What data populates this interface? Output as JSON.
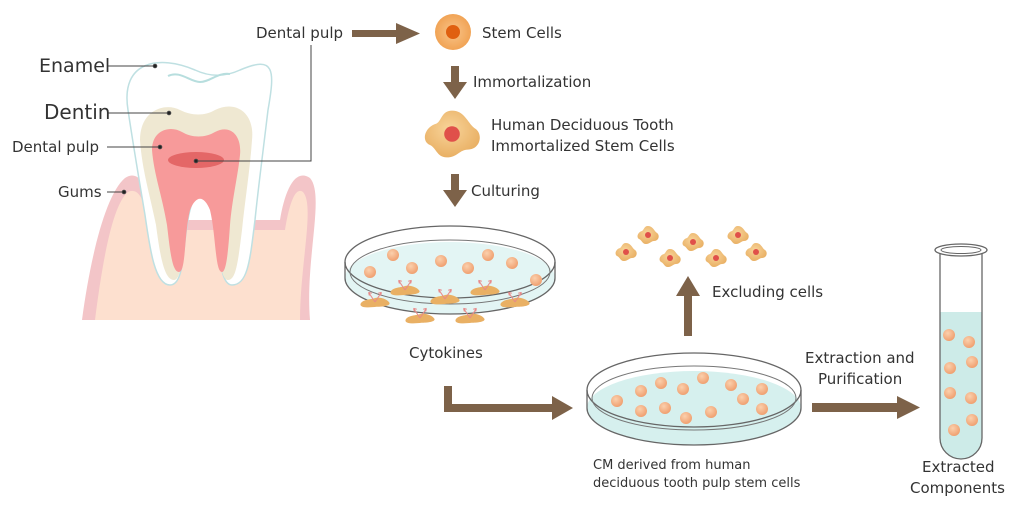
{
  "tooth": {
    "labels": {
      "enamel": "Enamel",
      "dentin": "Dentin",
      "dental_pulp": "Dental pulp",
      "gums": "Gums",
      "dental_pulp_callout": "Dental pulp"
    }
  },
  "steps": {
    "stem_cells": "Stem Cells",
    "immortalization": "Immortalization",
    "immortalized_line1": "Human Deciduous Tooth",
    "immortalized_line2": "Immortalized Stem Cells",
    "culturing": "Culturing",
    "cytokines": "Cytokines",
    "excluding_cells": "Excluding cells",
    "cm_line1": "CM derived from human",
    "cm_line2": "deciduous tooth pulp stem cells",
    "extraction_line1": "Extraction and",
    "extraction_line2": "Purification",
    "extracted_line1": "Extracted",
    "extracted_line2": "Components"
  },
  "colors": {
    "arrow": "#7d6249",
    "cell": "#f4b48a",
    "liquid": "#d6f0ee",
    "pulp": "#f79a9a",
    "dentin": "#efe8d2",
    "gum": "#f3c5c8"
  }
}
